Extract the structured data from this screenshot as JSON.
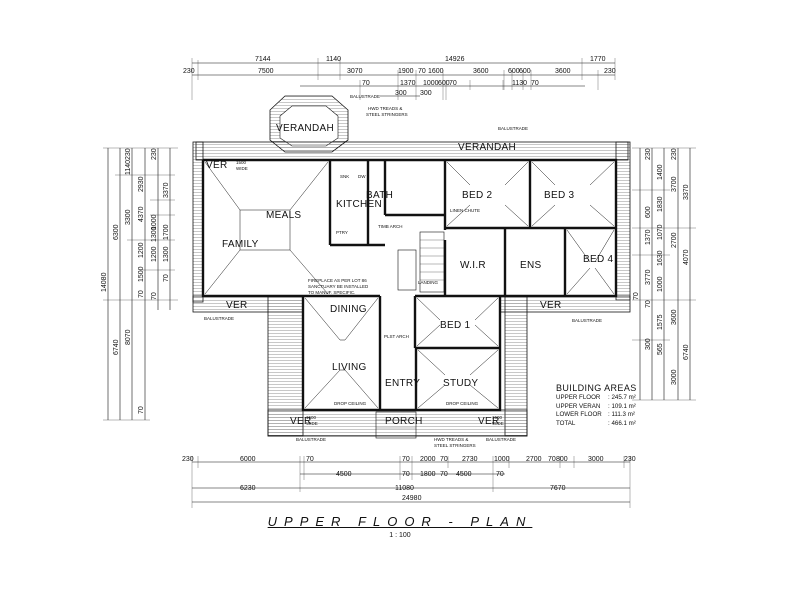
{
  "rooms": {
    "verandah_top_left": "VERANDAH",
    "verandah_top": "VERANDAH",
    "ver_left": "VER",
    "ver_left_width": "1500",
    "ver_left_wide": "WIDE",
    "ver_mid_left": "VER",
    "ver_mid_right": "VER",
    "ver_bottom_left": "VER",
    "ver_bottom_right": "VER",
    "meals": "MEALS",
    "family": "FAMILY",
    "kitchen": "KITCHEN",
    "bath": "BATH",
    "bed2": "BED 2",
    "bed3": "BED 3",
    "bed4": "BED 4",
    "wir": "W.I.R",
    "ens": "ENS",
    "bed1": "BED 1",
    "dining": "DINING",
    "living": "LIVING",
    "entry": "ENTRY",
    "study": "STUDY",
    "porch": "PORCH"
  },
  "notes": {
    "balustrade": "BALUSTRADE",
    "hwd_treads": "HWD TREADS &",
    "steel_stringers": "STEEL STRINGERS",
    "fireplace_1": "FIREPLACE AS PER LOT 86",
    "fireplace_2": "SANCTUARY BE INSTALLED",
    "fireplace_3": "TO MANUF. SPECIFIC.",
    "timb_arch": "TIMB ARCH",
    "plst_arch": "PLST ARCH",
    "drop_ceiling": "DROP CEILING",
    "landing": "LANDING",
    "linen_chute": "LINEN CHUTE",
    "pantry": "PTRY",
    "snk": "SNK",
    "dw": "DW",
    "wide": "WIDE",
    "w1500": "1500"
  },
  "top_dims": {
    "row1": [
      "7144",
      "1140",
      "14926",
      "1770"
    ],
    "row2": [
      "7500",
      "3070",
      "1900",
      "70",
      "1600",
      "3600",
      "600",
      "600",
      "3600",
      "230"
    ],
    "row3": [
      "70",
      "1370",
      "1000",
      "600",
      "70",
      "1130",
      "70"
    ],
    "row4": [
      "300",
      "300"
    ],
    "left_230": "230"
  },
  "bottom_dims": {
    "row1": [
      "230",
      "6000",
      "70",
      "70",
      "2000",
      "70",
      "2730",
      "1000",
      "2700",
      "70",
      "800",
      "3000",
      "230"
    ],
    "row2": [
      "4500",
      "70",
      "1800",
      "70",
      "4500",
      "70"
    ],
    "row3": [
      "6230",
      "11080",
      "7670"
    ],
    "row4": [
      "24980"
    ]
  },
  "left_dims": {
    "col1": [
      "14080"
    ],
    "col2": [
      "6300",
      "6740"
    ],
    "col3": [
      "1140",
      "3300",
      "8070"
    ],
    "col4": [
      "230",
      "1200",
      "1500",
      "70"
    ],
    "col5": [
      "2930",
      "4370",
      "1000",
      "3370",
      "1700",
      "1300"
    ],
    "col6": [
      "230",
      "1300",
      "70",
      "1200",
      "70",
      "70"
    ]
  },
  "right_dims": {
    "col1": [
      "3370",
      "4070",
      "6740"
    ],
    "col2": [
      "230",
      "3700",
      "2700",
      "3600",
      "3000"
    ],
    "col3": [
      "1400",
      "1830",
      "1070",
      "1630",
      "1000",
      "1575",
      "565",
      "300"
    ],
    "col4": [
      "230",
      "600",
      "1370",
      "3770",
      "70",
      "70"
    ]
  },
  "building_areas": {
    "title": "BUILDING AREAS",
    "rows": [
      {
        "label": "UPPER FLOOR",
        "value": ": 245.7 m²"
      },
      {
        "label": "UPPER VERAN",
        "value": ": 109.1 m²"
      },
      {
        "label": "LOWER FLOOR",
        "value": ": 111.3 m²"
      },
      {
        "label": "TOTAL",
        "value": ": 466.1 m²"
      }
    ]
  },
  "plan_title": "UPPER  FLOOR  -  PLAN",
  "scale": "1 : 100"
}
